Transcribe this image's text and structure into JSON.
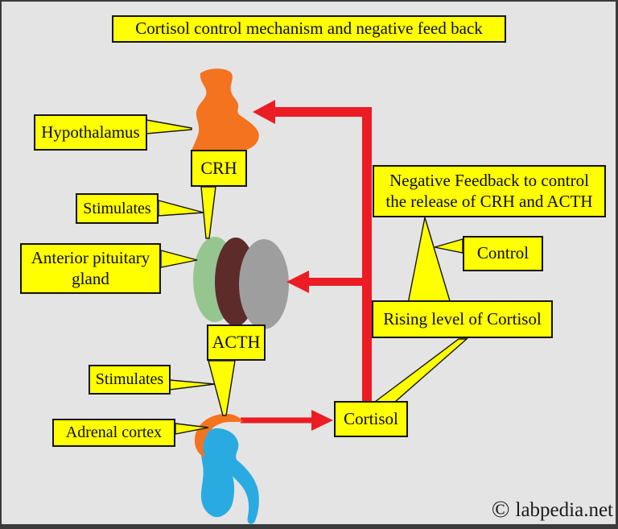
{
  "title": "Cortisol control mechanism and negative feed back",
  "labels": {
    "hypothalamus": "Hypothalamus",
    "crh": "CRH",
    "stimulates_upper": "Stimulates",
    "anterior_pituitary": [
      "Anterior pituitary",
      "gland"
    ],
    "acth": "ACTH",
    "stimulates_lower": "Stimulates",
    "adrenal_cortex": "Adrenal cortex",
    "negative_feedback": [
      "Negative Feedback to control",
      "the release of CRH and ACTH"
    ],
    "control": "Control",
    "rising_level": "Rising level of Cortisol",
    "cortisol": "Cortisol"
  },
  "footer": {
    "copyright_symbol": "©",
    "site": "labpedia.net"
  },
  "colors": {
    "background": "#e5e4e4",
    "frame": "#3b3b3b",
    "box_fill": "#ffff00",
    "box_border": "#141414",
    "arrow_red": "#ec1c24",
    "organ_orange": "#f4731f",
    "pituitary_green": "#96c690",
    "pituitary_maroon": "#5e2b2b",
    "pituitary_gray": "#9e9e9e",
    "kidney_blue": "#29abe2"
  }
}
